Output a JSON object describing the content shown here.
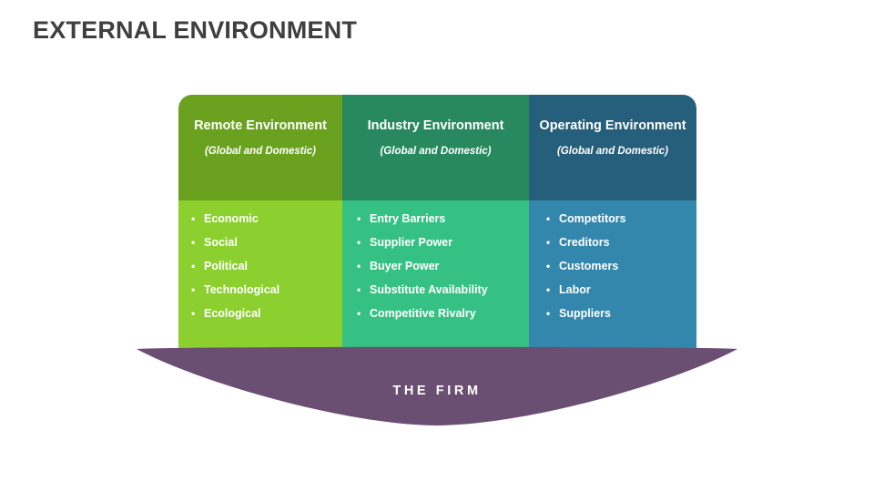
{
  "slide": {
    "title": "EXTERNAL ENVIRONMENT",
    "background_color": "#FFFFFF",
    "title_color": "#3F3F3F"
  },
  "matrix": {
    "columns": [
      {
        "id": "remote-environment",
        "title": "Remote Environment",
        "subtitle": "(Global and Domestic)",
        "header_color": "#6AA220",
        "body_color": "#8CD02F",
        "bullet_glyph": "•",
        "items": [
          "Economic",
          "Social",
          "Political",
          "Technological",
          "Ecological"
        ]
      },
      {
        "id": "industry-environment",
        "title": "Industry Environment",
        "subtitle": "(Global and Domestic)",
        "header_color": "#27895D",
        "body_color": "#36C184",
        "bullet_glyph": "•",
        "items": [
          "Entry Barriers",
          "Supplier Power",
          "Buyer Power",
          "Substitute Availability",
          "Competitive Rivalry"
        ]
      },
      {
        "id": "operating-environment",
        "title": "Operating Environment",
        "subtitle": "(Global and Domestic)",
        "header_color": "#265F7C",
        "body_color": "#3487AC",
        "bullet_glyph": "•",
        "items": [
          "Competitors",
          "Creditors",
          "Customers",
          "Labor",
          "Suppliers"
        ]
      }
    ]
  },
  "firm": {
    "label": "THE FIRM",
    "shape_color": "#6B4F73",
    "label_color": "#FFFFFF"
  }
}
